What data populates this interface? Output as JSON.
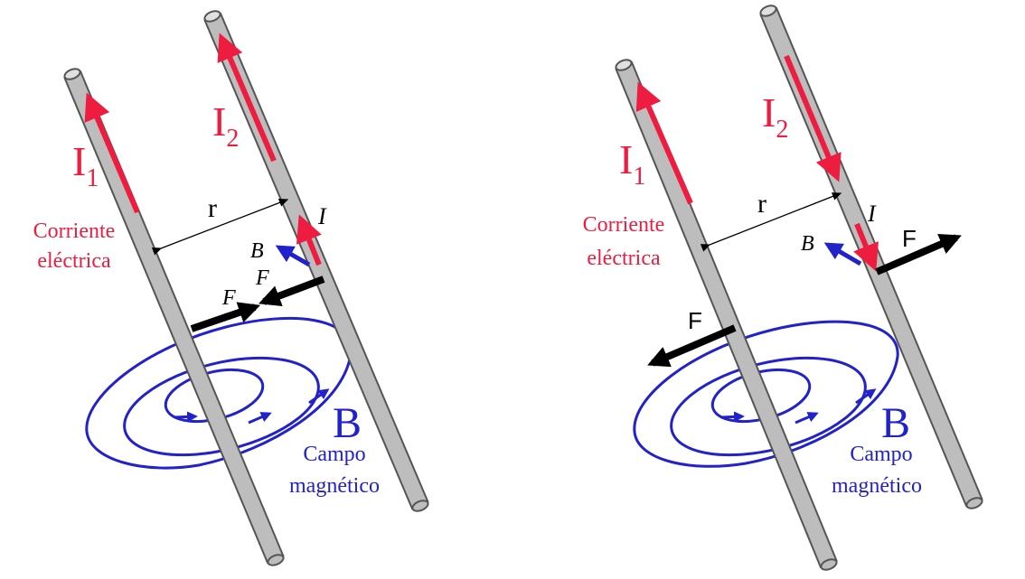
{
  "colors": {
    "current": "#ee1c3f",
    "field": "#2222cc",
    "force": "#000000",
    "wire_fill": "#bdbdbd",
    "wire_stroke": "#555555",
    "background": "#ffffff"
  },
  "panels": [
    {
      "current_1": {
        "letter": "I",
        "subscript": "1"
      },
      "current_2": {
        "letter": "I",
        "subscript": "2"
      },
      "current_label": [
        "Corriente",
        "eléctrica"
      ],
      "distance_label": "r",
      "segment_current_label": "I",
      "field_vector_label": "B",
      "force_label_left": "F",
      "force_label_right": "F",
      "field_symbol": "B",
      "field_caption": [
        "Campo",
        "magnético"
      ]
    },
    {
      "current_1": {
        "letter": "I",
        "subscript": "1"
      },
      "current_2": {
        "letter": "I",
        "subscript": "2"
      },
      "current_label": [
        "Corriente",
        "eléctrica"
      ],
      "distance_label": "r",
      "segment_current_label": "I",
      "field_vector_label": "B",
      "force_label_left": "F",
      "force_label_right": "F",
      "field_symbol": "B",
      "field_caption": [
        "Campo",
        "magnético"
      ]
    }
  ]
}
